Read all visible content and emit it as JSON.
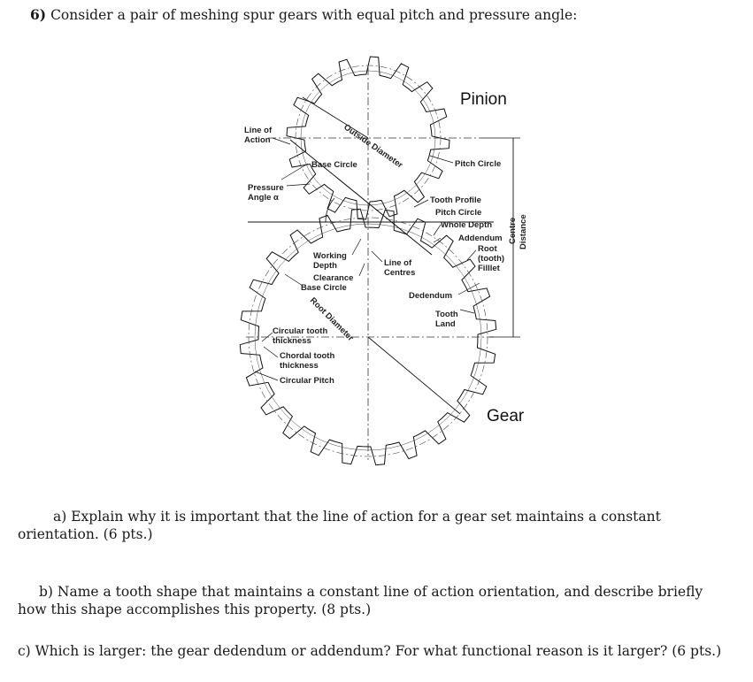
{
  "question": {
    "number": "6)",
    "title": "Consider a pair of meshing spur gears with equal pitch and pressure angle:"
  },
  "figure": {
    "pinion": "Pinion",
    "gear": "Gear",
    "line_of_action": [
      "Line of",
      "Action"
    ],
    "outside_diameter": "Outside Diameter",
    "base_circle_top": "Base Circle",
    "pitch_circle_top": "Pitch Circle",
    "pressure_angle": [
      "Pressure",
      "Angle  α"
    ],
    "tooth_profile": "Tooth Profile",
    "pitch_circle": "Pitch Circle",
    "whole_depth": "Whole Depth",
    "addendum": "Addendum",
    "root_fillet": [
      "Root",
      "(tooth)",
      "Filllet"
    ],
    "working_depth": [
      "Working",
      "Depth"
    ],
    "clearance": "Clearance",
    "base_circle": "Base Circle",
    "line_of_centres": [
      "Line of",
      "Centres"
    ],
    "dedendum": "Dedendum",
    "root_diameter": "Root Diameter",
    "tooth_land": [
      "Tooth",
      "Land"
    ],
    "circular_tooth_thickness": [
      "Circular tooth",
      "thickness"
    ],
    "chordal_tooth_thickness": [
      "Chordal tooth",
      "thickness"
    ],
    "circular_pitch": "Circular Pitch",
    "centre_distance": [
      "Centre",
      "Distance"
    ]
  },
  "parts": {
    "a": "a) Explain why it is important that the line of action for a gear set maintains a constant orientation. (6 pts.)",
    "b": "b) Name a tooth shape that maintains a constant line of action orientation, and describe briefly how this shape accomplishes this property. (8 pts.)",
    "c": "c) Which is larger: the gear dedendum or addendum? For what functional reason is it larger? (6 pts.)"
  }
}
